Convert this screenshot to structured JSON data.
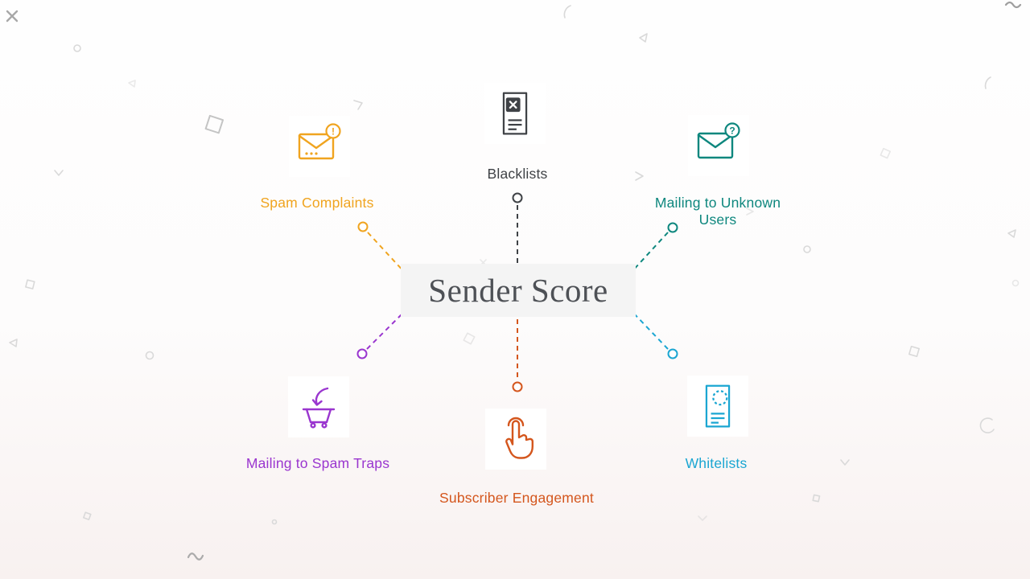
{
  "center": {
    "label": "Sender Score",
    "background": "#f4f4f4",
    "text_color": "#4e5156"
  },
  "nodes": [
    {
      "id": "spam-complaints",
      "label": "Spam Complaints",
      "color": "#f0a41f",
      "icon": "email-alert-icon",
      "badge": "!"
    },
    {
      "id": "blacklists",
      "label": "Blacklists",
      "color": "#3f4246",
      "icon": "document-x-icon"
    },
    {
      "id": "unknown-users",
      "label": "Mailing to Unknown Users",
      "color": "#0e877e",
      "icon": "email-question-icon",
      "badge": "?"
    },
    {
      "id": "spam-traps",
      "label": "Mailing to Spam Traps",
      "color": "#9a36cf",
      "icon": "spam-trap-icon"
    },
    {
      "id": "subscriber-engagement",
      "label": "Subscriber Engagement",
      "color": "#d4561d",
      "icon": "tap-hand-icon"
    },
    {
      "id": "whitelists",
      "label": "Whitelists",
      "color": "#1ba6d2",
      "icon": "document-stamp-icon"
    }
  ]
}
